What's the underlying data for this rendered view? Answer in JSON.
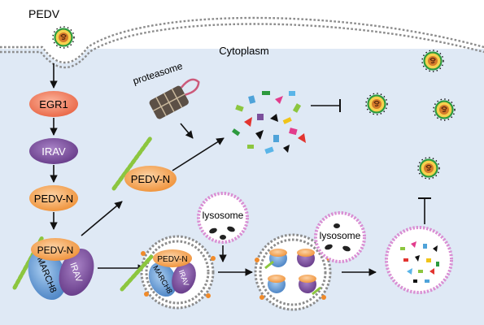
{
  "labels": {
    "virus": "PEDV",
    "compartment": "Cytoplasm",
    "proteasome": "proteasome",
    "lysosome": "lysosome"
  },
  "pathway": {
    "egr1": "EGR1",
    "irav": "IRAV",
    "pedv_n": "PEDV-N",
    "march8": "MARCH8"
  },
  "colors": {
    "cytoplasm": "#dfe9f5",
    "membrane": "#8c8c8c",
    "egr1": "#f07f5f",
    "irav": "#7b4f9c",
    "pedv_n": "#f6b06a",
    "march8": "#6fa3d8",
    "ubiquitin": "#8cc63f",
    "lysosome": "#d98fd3"
  }
}
